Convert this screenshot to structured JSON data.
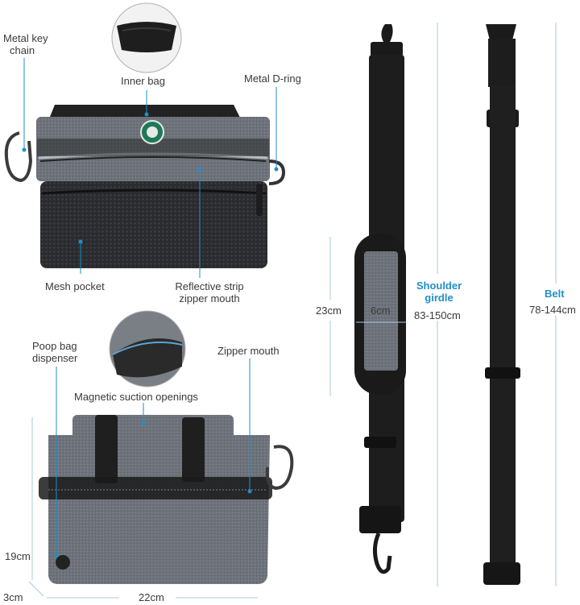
{
  "colors": {
    "accent": "#1f8fc9",
    "bag_gray": "#6f737a",
    "strap_black": "#1d1d1d"
  },
  "top_bag": {
    "labels": {
      "metal_key_chain": [
        "Metal key",
        "chain"
      ],
      "inner_bag": "Inner bag",
      "metal_d_ring": "Metal D-ring",
      "mesh_pocket": "Mesh pocket",
      "reflective_strip": [
        "Reflective strip",
        "zipper mouth"
      ]
    }
  },
  "bottom_bag": {
    "labels": {
      "poop_bag_dispenser": [
        "Poop bag",
        "dispenser"
      ],
      "zipper_mouth": "Zipper mouth",
      "magnetic_openings": "Magnetic suction openings"
    },
    "dimensions": {
      "height": "19cm",
      "width": "22cm",
      "depth": "3cm"
    }
  },
  "shoulder_strap": {
    "title": [
      "Shoulder",
      "girdle"
    ],
    "length": "83-150cm",
    "pad_height": "23cm",
    "pad_width": "6cm"
  },
  "belt": {
    "title": "Belt",
    "length": "78-144cm"
  }
}
